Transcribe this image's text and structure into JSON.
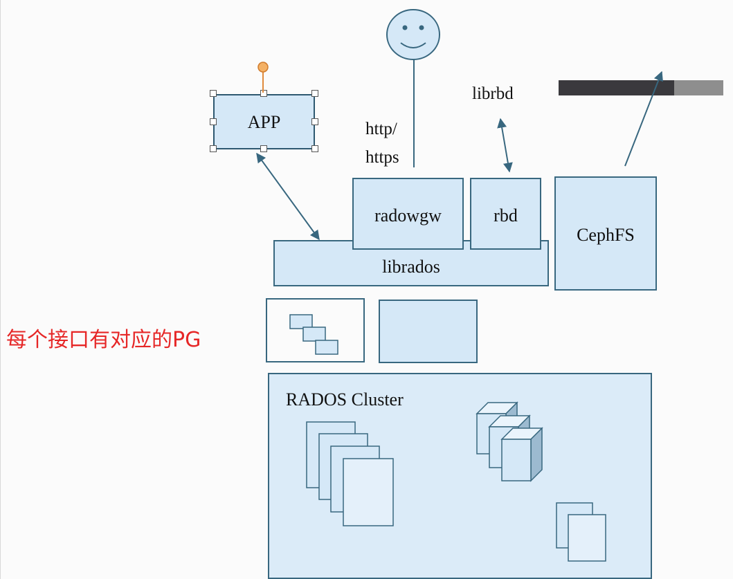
{
  "labels": {
    "app": "APP",
    "http": "http/",
    "https": "https",
    "librbd": "librbd",
    "radowgw": "radowgw",
    "rbd": "rbd",
    "cephfs": "CephFS",
    "librados": "librados",
    "rados_cluster": "RADOS Cluster"
  },
  "annotation": "每个接口有对应的PG",
  "colors": {
    "box_fill": "#d5e8f7",
    "box_border": "#38677f",
    "annotation": "#e62727",
    "bar_dark": "#3a393d",
    "bar_light": "#8e8e8e"
  },
  "icons": [
    "smiley-face-icon",
    "pg-stack-icon",
    "disk-stack-icon",
    "cube-stack-icon",
    "page-stack-icon"
  ]
}
